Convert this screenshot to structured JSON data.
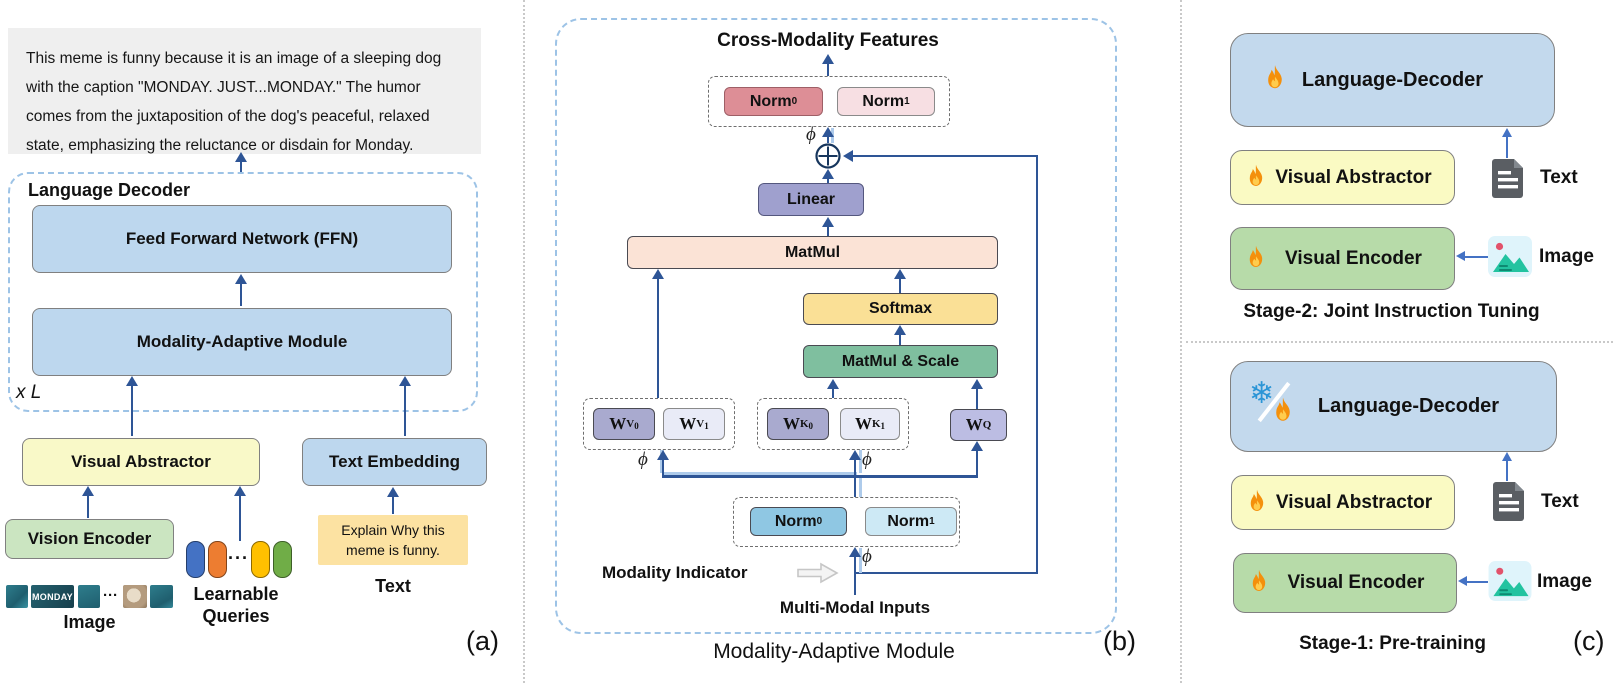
{
  "colors": {
    "arrow": "#2E5596",
    "arrow_light": "#AECBEB",
    "arrow_c": "#4472C4",
    "dashed_blue": "#9DC3E6",
    "box_blue": "#BDD7EE",
    "box_yellow": "#F9F9C8",
    "box_green": "#CBE5C1",
    "prompt_yellow": "#FCE2A2",
    "output_gray": "#EFEFEF",
    "norm0_pink": "#DD8E96",
    "norm1_pink": "#F7DFE3",
    "linear_purple": "#9FA0CE",
    "matmul_peach": "#FBE3D6",
    "softmax_yellow": "#FAE096",
    "mms_green": "#7FBF9F",
    "w_dark": "#A9AACF",
    "w_light": "#E9EBF7",
    "wq_purple": "#BCBDE3",
    "norm0_cyan": "#8FC7E3",
    "norm1_cyan": "#CDE9F5",
    "stage_blue": "#C3D9ED",
    "stage_yellow": "#FAFAC3",
    "stage_green": "#B7DBA9",
    "q_blue": "#4472C4",
    "q_orange": "#ED7D31",
    "q_yellow": "#FFC000",
    "q_green": "#70AD47",
    "tile_teal": "#2E7D8C",
    "tile_teal_dark": "#1F5E6E",
    "tile_tan": "#C9B executable"
  },
  "panel_a": {
    "output_text": "This meme is funny because it is an image of a sleeping dog with the caption \"MONDAY. JUST...MONDAY.\" The humor comes from the juxtaposition of the dog's peaceful, relaxed state, emphasizing the reluctance or disdain for Monday.",
    "language_decoder_label": "Language Decoder",
    "ffn_label": "Feed Forward Network (FFN)",
    "mam_label": "Modality-Adaptive Module",
    "xl_label": "x L",
    "visual_abstractor_label": "Visual Abstractor",
    "text_embedding_label": "Text Embedding",
    "vision_encoder_label": "Vision Encoder",
    "learnable_label": "Learnable",
    "queries_label": "Queries",
    "image_label": "Image",
    "monday_tile_text": "MONDAY",
    "dots": "···",
    "prompt_line1": "Explain Why this",
    "prompt_line2": "meme is funny.",
    "text_label": "Text",
    "panel_label": "(a)"
  },
  "panel_b": {
    "title": "Cross-Modality Features",
    "norm_base": "Norm",
    "sub0": "0",
    "sub1": "1",
    "phi": "ϕ",
    "linear_label": "Linear",
    "matmul_label": "MatMul",
    "softmax_label": "Softmax",
    "matmul_scale_label": "MatMul & Scale",
    "w_base": "W",
    "w_v": "V",
    "w_k": "K",
    "w_q": "Q",
    "modality_indicator_label": "Modality Indicator",
    "multi_modal_inputs_label": "Multi-Modal Inputs",
    "caption": "Modality-Adaptive Module",
    "panel_label": "(b)"
  },
  "panel_c": {
    "language_decoder_label": "Language-Decoder",
    "visual_abstractor_label": "Visual Abstractor",
    "visual_encoder_label": "Visual Encoder",
    "text_label": "Text",
    "image_label": "Image",
    "stage2_caption": "Stage-2: Joint Instruction Tuning",
    "stage1_caption": "Stage-1: Pre-training",
    "panel_label": "(c)"
  }
}
